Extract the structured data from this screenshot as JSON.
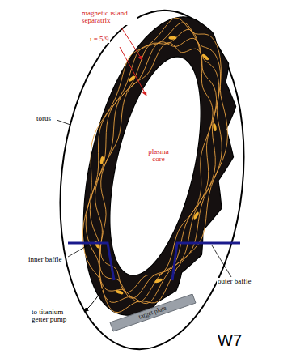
{
  "diagram": {
    "labels": [
      "magnetic island separatrix",
      "ι = 5/9",
      "torus",
      "plasma core",
      "inner baffle",
      "outer baffle",
      "to titanium getter pump",
      "target plate",
      "W7"
    ]
  }
}
